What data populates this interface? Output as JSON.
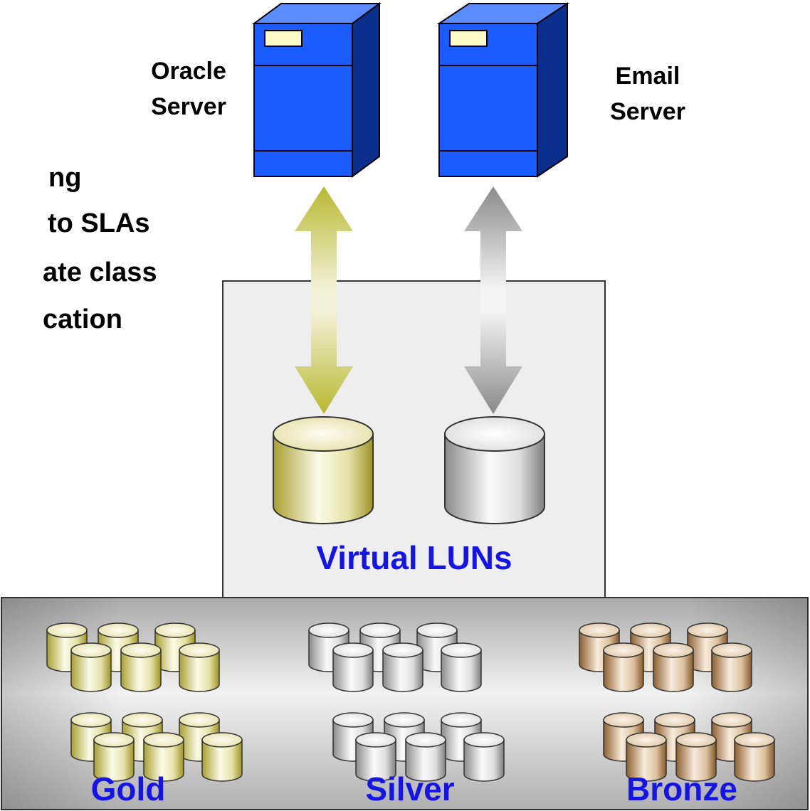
{
  "bullets": {
    "line1": "ng",
    "line2": "to SLAs",
    "line3": "ate class",
    "line4": "cation"
  },
  "servers": [
    {
      "name_line1": "Oracle",
      "name_line2": "Server",
      "icon": "server-icon"
    },
    {
      "name_line1": "Email",
      "name_line2": "Server",
      "icon": "server-icon"
    }
  ],
  "virtual_luns": {
    "label": "Virtual LUNs",
    "disks": [
      {
        "tier": "gold",
        "icon": "disk-cylinder-icon"
      },
      {
        "tier": "silver",
        "icon": "disk-cylinder-icon"
      }
    ]
  },
  "storage_pool": {
    "tiers": [
      {
        "label": "Gold",
        "color": "#c8c060"
      },
      {
        "label": "Silver",
        "color": "#b4b4b4"
      },
      {
        "label": "Bronze",
        "color": "#b08a5a"
      }
    ]
  },
  "colors": {
    "server_blue": "#1a5cff",
    "label_blue": "#1414e6",
    "gold": "#c8c060",
    "silver": "#b4b4b4",
    "bronze": "#b08a5a"
  }
}
